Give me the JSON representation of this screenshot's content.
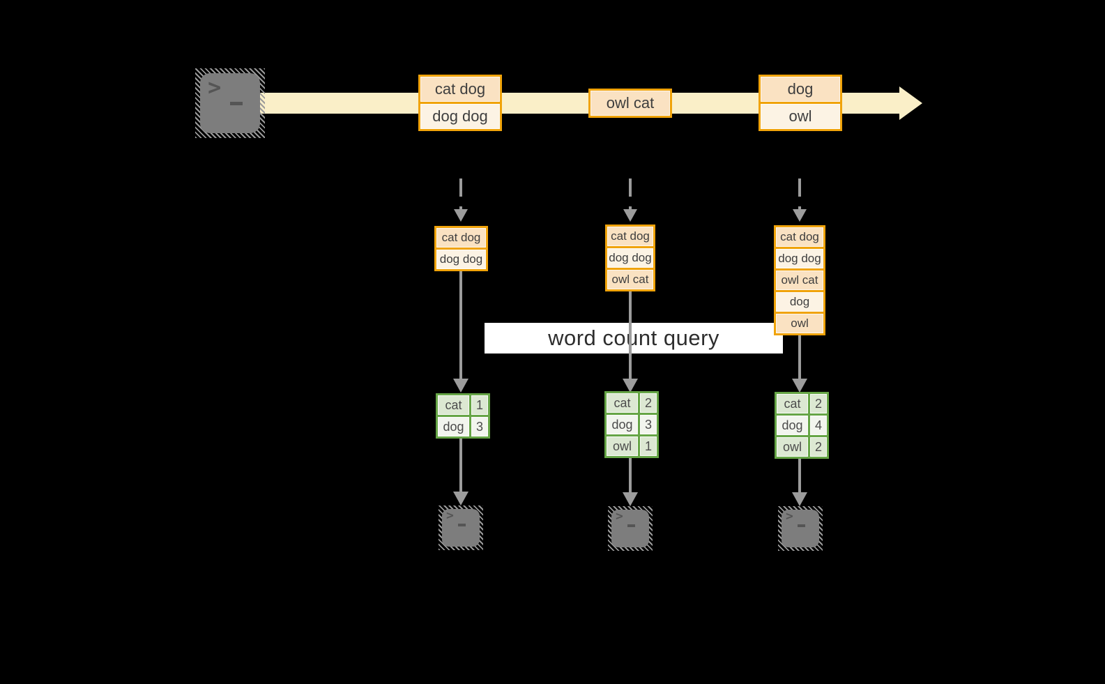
{
  "diagram": {
    "banner_label": "word count query",
    "terminal_prompt": ">",
    "colors": {
      "background": "#000000",
      "stream_band": "#FAEFC8",
      "box_border_gold": "#F0A30A",
      "box_fill_dark": "#FAE2C2",
      "box_fill_light": "#FCF3E4",
      "table_border_green": "#66A546",
      "table_cell_dark": "#DCE8D2",
      "table_cell_light": "#F2F5EE",
      "arrow_gray": "#9C9C9C",
      "terminal_gray": "#7D7D7D",
      "banner_bg": "#FFFFFF"
    },
    "stream": {
      "batches": [
        {
          "rows": [
            "cat dog",
            "dog dog"
          ]
        },
        {
          "rows": [
            "owl cat"
          ]
        },
        {
          "rows": [
            "dog",
            "owl"
          ]
        }
      ]
    },
    "columns": [
      {
        "buffer": [
          "cat dog",
          "dog dog"
        ],
        "counts": [
          [
            "cat",
            "1"
          ],
          [
            "dog",
            "3"
          ]
        ]
      },
      {
        "buffer": [
          "cat dog",
          "dog dog",
          "owl cat"
        ],
        "counts": [
          [
            "cat",
            "2"
          ],
          [
            "dog",
            "3"
          ],
          [
            "owl",
            "1"
          ]
        ]
      },
      {
        "buffer": [
          "cat dog",
          "dog dog",
          "owl cat",
          "dog",
          "owl"
        ],
        "counts": [
          [
            "cat",
            "2"
          ],
          [
            "dog",
            "4"
          ],
          [
            "owl",
            "2"
          ]
        ]
      }
    ]
  }
}
